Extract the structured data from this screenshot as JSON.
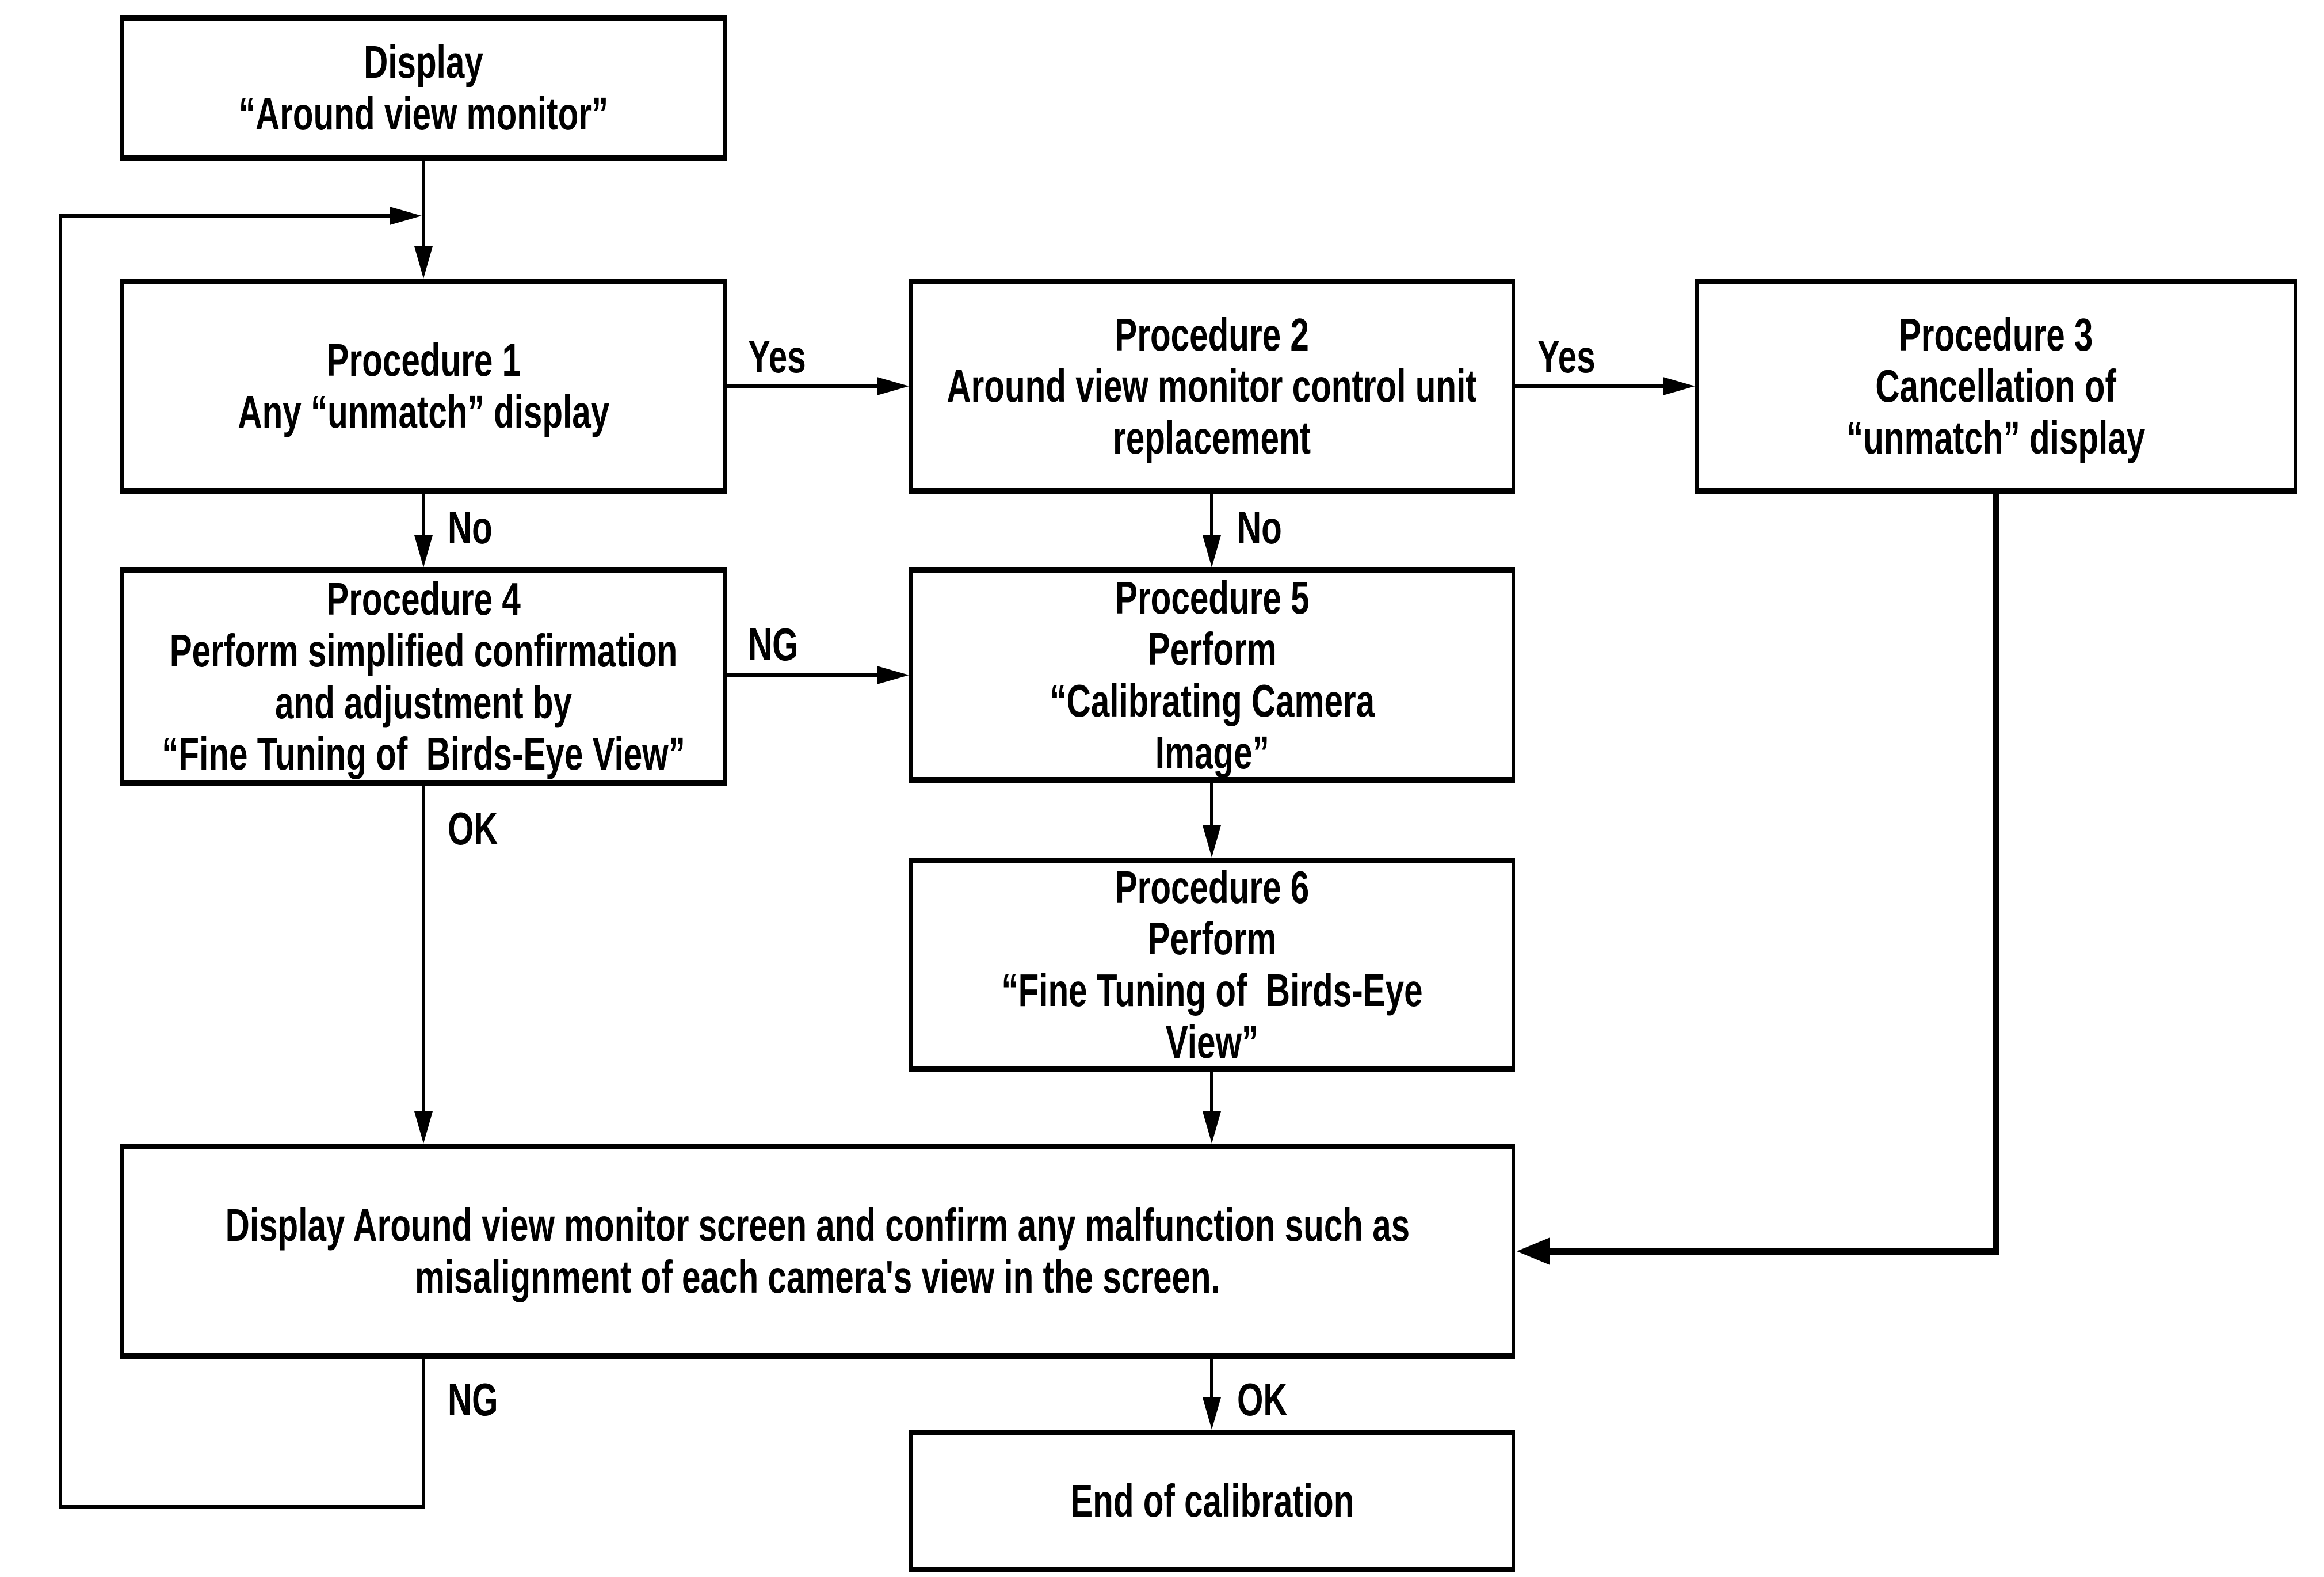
{
  "diagram": {
    "background_color": "#ffffff",
    "line_color": "#000000",
    "nodes": [
      {
        "id": "display",
        "text": "Display\n“Around view monitor”"
      },
      {
        "id": "procedure-1",
        "text": "Procedure 1\nAny “unmatch” display"
      },
      {
        "id": "procedure-2",
        "text": "Procedure 2\nAround view monitor control unit\nreplacement"
      },
      {
        "id": "procedure-3",
        "text": "Procedure 3\nCancellation of\n“unmatch” display"
      },
      {
        "id": "procedure-4",
        "text": "Procedure 4\nPerform simplified confirmation\nand adjustment by\n“Fine Tuning of  Birds-Eye View”"
      },
      {
        "id": "procedure-5",
        "text": "Procedure 5\nPerform\n“Calibrating Camera\nImage”"
      },
      {
        "id": "procedure-6",
        "text": "Procedure 6\nPerform\n“Fine Tuning of  Birds-Eye\nView”"
      },
      {
        "id": "confirm",
        "text": "Display Around view monitor screen and confirm any malfunction such as\nmisalignment of each camera's view in the screen."
      },
      {
        "id": "end",
        "text": "End of calibration"
      }
    ],
    "edge_labels": {
      "procedure1_yes": "Yes",
      "procedure1_no": "No",
      "procedure2_yes": "Yes",
      "procedure2_no": "No",
      "procedure4_ng": "NG",
      "procedure4_ok": "OK",
      "confirm_ng": "NG",
      "confirm_ok": "OK"
    }
  }
}
